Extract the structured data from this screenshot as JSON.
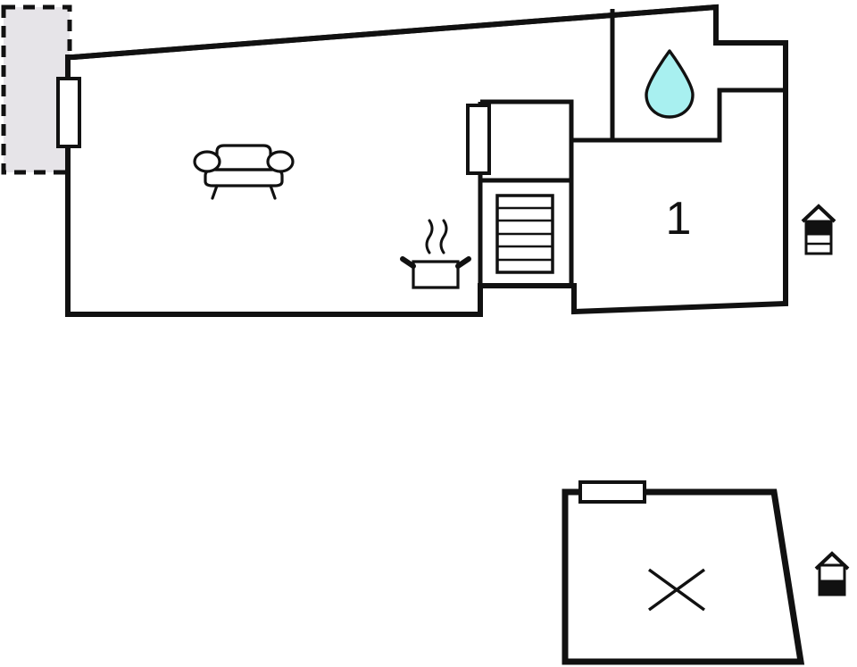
{
  "document": {
    "kind": "floor-plan",
    "title": "Floor Plan",
    "background_color": "#ffffff",
    "wall_color": "#111111",
    "terrace_fill_color": "#e6e4e8",
    "water_drop_color": "#a8f0f0",
    "fixture_stroke_color": "#111111"
  },
  "upper_level": {
    "level_icon_name": "house-upper-floor-icon",
    "rooms": [
      {
        "id": "living-room",
        "number_label": "",
        "fixtures": [
          "sofa-icon",
          "cooking-pot-icon"
        ]
      },
      {
        "id": "bathroom",
        "number_label": "",
        "fixtures": [
          "water-drop-icon"
        ]
      },
      {
        "id": "bedroom-1",
        "number_label": "1",
        "fixtures": []
      },
      {
        "id": "stair-hall",
        "number_label": "",
        "fixtures": [
          "stairs-icon"
        ]
      }
    ],
    "openings": [
      {
        "name": "door-left-exterior",
        "orientation": "vertical"
      },
      {
        "name": "door-interior-hall",
        "orientation": "vertical"
      }
    ],
    "terrace": {
      "name": "terrace-area",
      "style": "dashed-outline",
      "fill": "#e6e4e8"
    }
  },
  "lower_level": {
    "level_icon_name": "house-lower-floor-icon",
    "rooms": [
      {
        "id": "garage-or-basement",
        "number_label": "",
        "fixtures": [
          "cross-unused-icon"
        ]
      }
    ],
    "openings": [
      {
        "name": "window-top",
        "orientation": "horizontal"
      }
    ]
  },
  "labels": {
    "room_one": "1"
  }
}
